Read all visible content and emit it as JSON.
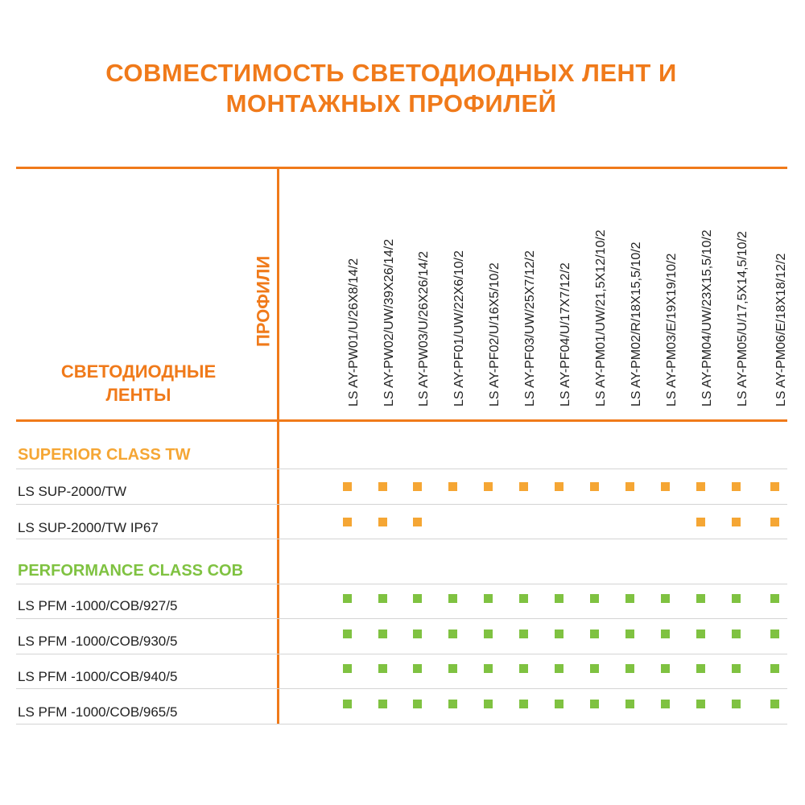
{
  "colors": {
    "accent": "#f07a1a",
    "superior": "#f5a634",
    "performance": "#7fc241",
    "row_line": "#d4d4d4"
  },
  "title": {
    "line1": "СОВМЕСТИМОСТЬ СВЕТОДИОДНЫХ ЛЕНТ И",
    "line2": "МОНТАЖНЫХ ПРОФИЛЕЙ"
  },
  "header": {
    "strips_line1": "СВЕТОДИОДНЫЕ",
    "strips_line2": "ЛЕНТЫ",
    "profiles": "ПРОФИЛИ"
  },
  "columns": [
    "LS AY-PW01/U/26X8/14/2",
    "LS AY-PW02/UW/39X26/14/2",
    "LS AY-PW03/U/26X26/14/2",
    "LS AY-PF01/UW/22X6/10/2",
    "LS AY-PF02/U/16X5/10/2",
    "LS AY-PF03/UW/25X7/12/2",
    "LS AY-PF04/U/17X7/12/2",
    "LS AY-PM01/UW/21,5X12/10/2",
    "LS AY-PM02/R/18X15,5/10/2",
    "LS AY-PM03/E/19X19/10/2",
    "LS AY-PM04/UW/23X15,5/10/2",
    "LS AY-PM05/U/17,5X14,5/10/2",
    "LS AY-PM06/E/18X18/12/2"
  ],
  "sections": [
    {
      "name": "SUPERIOR CLASS TW",
      "color_key": "superior",
      "rows": [
        {
          "name": "LS SUP-2000/TW",
          "marks": [
            1,
            1,
            1,
            1,
            1,
            1,
            1,
            1,
            1,
            1,
            1,
            1,
            1
          ]
        },
        {
          "name": "LS SUP-2000/TW IP67",
          "marks": [
            1,
            1,
            1,
            0,
            0,
            0,
            0,
            0,
            0,
            0,
            1,
            1,
            1
          ]
        }
      ]
    },
    {
      "name": "PERFORMANCE CLASS COB",
      "color_key": "performance",
      "rows": [
        {
          "name": "LS PFM -1000/COB/927/5",
          "marks": [
            1,
            1,
            1,
            1,
            1,
            1,
            1,
            1,
            1,
            1,
            1,
            1,
            1
          ]
        },
        {
          "name": "LS PFM -1000/COB/930/5",
          "marks": [
            1,
            1,
            1,
            1,
            1,
            1,
            1,
            1,
            1,
            1,
            1,
            1,
            1
          ]
        },
        {
          "name": "LS PFM -1000/COB/940/5",
          "marks": [
            1,
            1,
            1,
            1,
            1,
            1,
            1,
            1,
            1,
            1,
            1,
            1,
            1
          ]
        },
        {
          "name": "LS PFM -1000/COB/965/5",
          "marks": [
            1,
            1,
            1,
            1,
            1,
            1,
            1,
            1,
            1,
            1,
            1,
            1,
            1
          ]
        }
      ]
    }
  ]
}
